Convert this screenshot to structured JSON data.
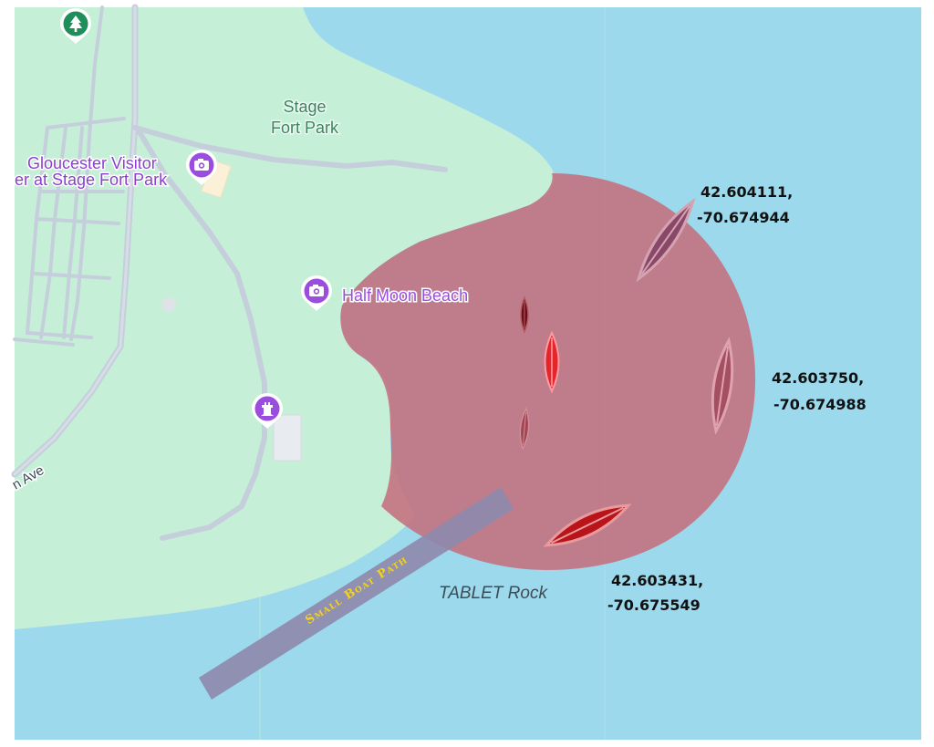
{
  "map": {
    "labels": {
      "park": [
        "Stage",
        "Fort Park"
      ],
      "visitor_center": [
        "Gloucester Visitor",
        "er at Stage Fort Park"
      ],
      "beach": "Half Moon Beach",
      "road": "n Ave",
      "rock": "TABLET Rock"
    },
    "coordinates": [
      {
        "lat": "42.604111,",
        "lon": "-70.674944"
      },
      {
        "lat": "42.603750,",
        "lon": "-70.674988"
      },
      {
        "lat": "42.603431,",
        "lon": "-70.675549"
      }
    ],
    "path_label": "Small Boat Path",
    "icons": [
      "tree-icon",
      "camera-icon",
      "camera-icon",
      "castle-icon"
    ],
    "colors": {
      "water": "#9cd9ec",
      "land": "#c6efd7",
      "road": "#c5cfdc",
      "zone": "#c46f7e",
      "path": "#8e8aac",
      "path_text": "#f5d21e",
      "poi_purple": "#9b4de0",
      "poi_green": "#1e8e5a"
    }
  }
}
